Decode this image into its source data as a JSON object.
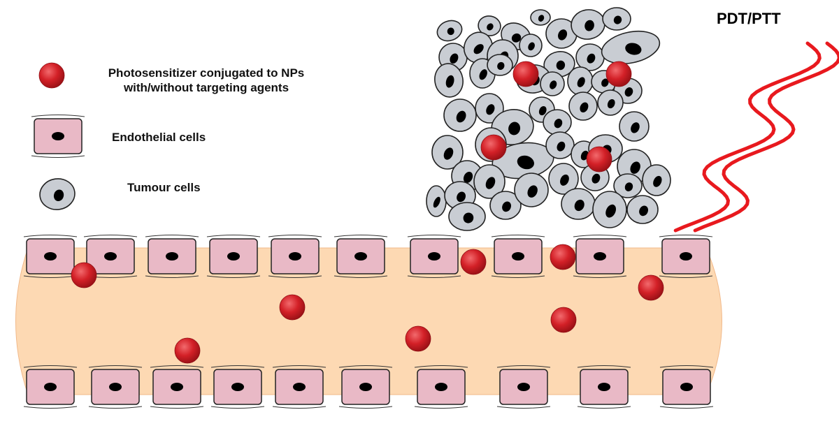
{
  "title": "PDT/PTT",
  "legend": {
    "photosensitizer_label": "Photosensitizer conjugated to NPs with/without targeting agents",
    "endothelial_label": "Endothelial cells",
    "tumour_label": "Tumour cells"
  },
  "colors": {
    "vessel": "#FDD9B3",
    "endothelial_cell": "#E9B9C6",
    "nanoparticle": "#D32027",
    "tumour_cell": "#C9CDD3",
    "light_wave": "#E8191E"
  },
  "icons": {
    "nanoparticle": "red-sphere-icon",
    "endothelial": "endothelial-cell-icon",
    "tumour": "tumour-cell-icon"
  }
}
